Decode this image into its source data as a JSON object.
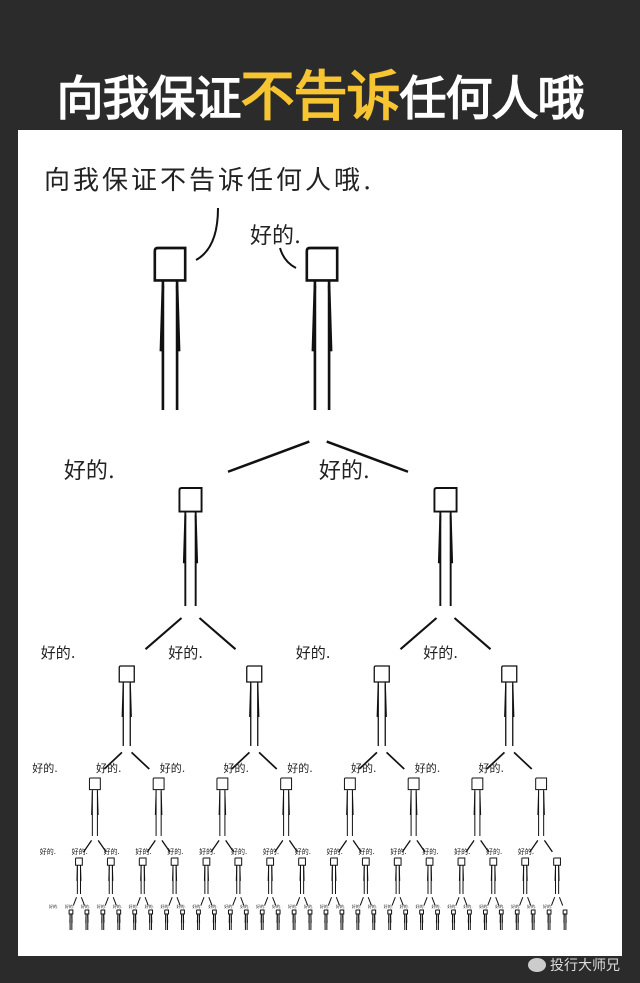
{
  "header": {
    "title_prefix": "向我保证",
    "title_highlight": "不告诉",
    "title_suffix": "任何人哦",
    "highlight_color": "#f7c531"
  },
  "comic": {
    "caption": "向我保证不告诉任何人哦.",
    "reply": "好的.",
    "levels": 6
  },
  "watermark": {
    "text": "投行大师兄",
    "icon": "wechat-icon"
  }
}
